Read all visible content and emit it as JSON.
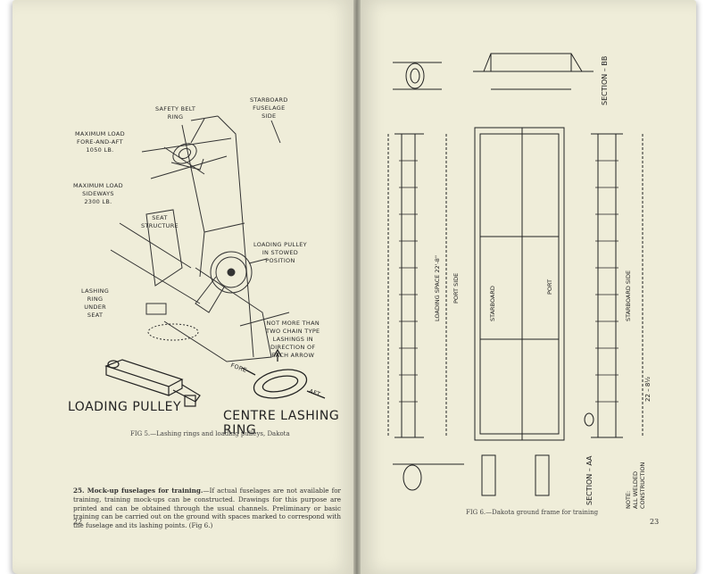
{
  "left_page": {
    "labels": {
      "safety_belt": "SAFETY BELT\nRING",
      "starboard": "STARBOARD\nFUSELAGE\nSIDE",
      "fore_aft": "MAXIMUM LOAD\nFORE-AND-AFT\n1050 LB.",
      "sideways": "MAXIMUM LOAD\nSIDEWAYS\n2300 LB.",
      "seat": "SEAT\nSTRUCTURE",
      "pulley_stowed": "LOADING PULLEY\nIN STOWED\nPOSITION",
      "lashing_ring": "LASHING\nRING\nUNDER\nSEAT",
      "not_more": "NOT MORE THAN\nTWO CHAIN TYPE\nLASHINGS IN\nDIRECTION OF\nEACH ARROW",
      "fore": "FORE",
      "aft": "AFT"
    },
    "loading_pulley": "LOADING PULLEY",
    "centre_ring": "CENTRE LASHING RING",
    "caption": "FIG 5.—Lashing rings and loading pulleys, Dakota",
    "para_heading": "25. Mock-up fuselages for training.",
    "para_text": "—If actual fuselages are not available for training, training mock-ups can be constructed. Drawings for this purpose are printed and can be obtained through the usual channels. Preliminary or basic training can be carried out on the ground with spaces marked to correspond with the fuselage and its lashing points. (Fig 6.)",
    "page_number": "22"
  },
  "right_page": {
    "caption": "FIG 6.—Dakota ground frame for training",
    "page_number": "23",
    "section_bb": "SECTION – BB",
    "section_aa": "SECTION – AA",
    "port_side": "PORT SIDE",
    "starboard": "STARBOARD",
    "port": "PORT",
    "starboard_side": "STARBOARD SIDE",
    "loading_space": "LOADING SPACE 22'-8\"",
    "dim_22": "22 – 8½",
    "note": "NOTE:\nALL WELDED CONSTRUCTION"
  }
}
